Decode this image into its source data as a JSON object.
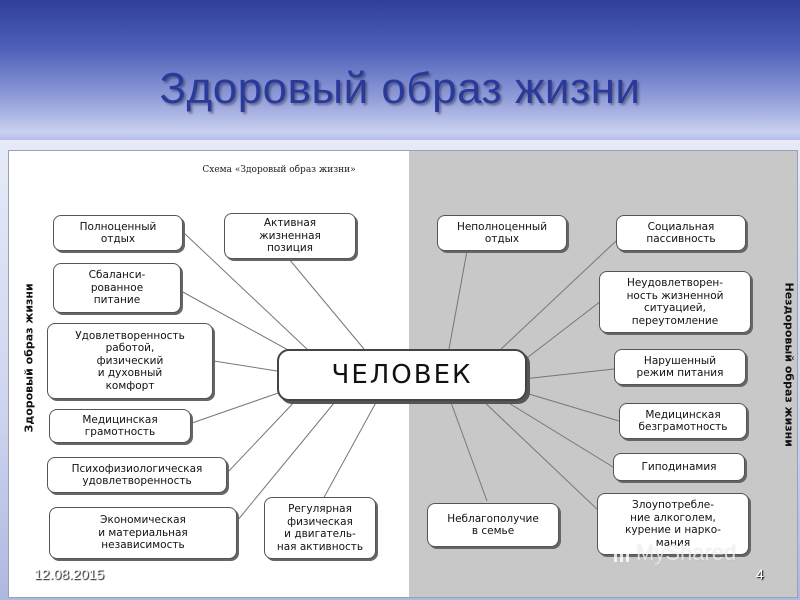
{
  "slide": {
    "title": "Здоровый образ жизни",
    "date": "12.08.2015",
    "page_number": "4"
  },
  "watermark": {
    "text": "MyShared"
  },
  "diagram": {
    "caption": "Схема «Здоровый образ жизни»",
    "center": "ЧЕЛОВЕК",
    "left_label": "Здоровый образ жизни",
    "right_label": "Нездоровый образ жизни",
    "left_nodes": [
      "Полноценный\nотдых",
      "Активная\nжизненная\nпозиция",
      "Сбаланси-\nрованное\nпитание",
      "Удовлетворенность\nработой,\nфизический\nи духовный\nкомфорт",
      "Медицинская\nграмотность",
      "Психофизиологическая\nудовлетворенность",
      "Экономическая\nи материальная\nнезависимость",
      "Регулярная\nфизическая\nи двигатель-\nная активность"
    ],
    "right_nodes": [
      "Неполноценный\nотдых",
      "Социальная\nпассивность",
      "Неудовлетворен-\nность жизненной\nситуацией,\nпереутомление",
      "Нарушенный\nрежим питания",
      "Медицинская\nбезграмотность",
      "Гиподинамия",
      "Неблагополучие\nв семье",
      "Злоупотребле-\nние алкоголем,\nкурение и нарко-\nмания"
    ]
  }
}
